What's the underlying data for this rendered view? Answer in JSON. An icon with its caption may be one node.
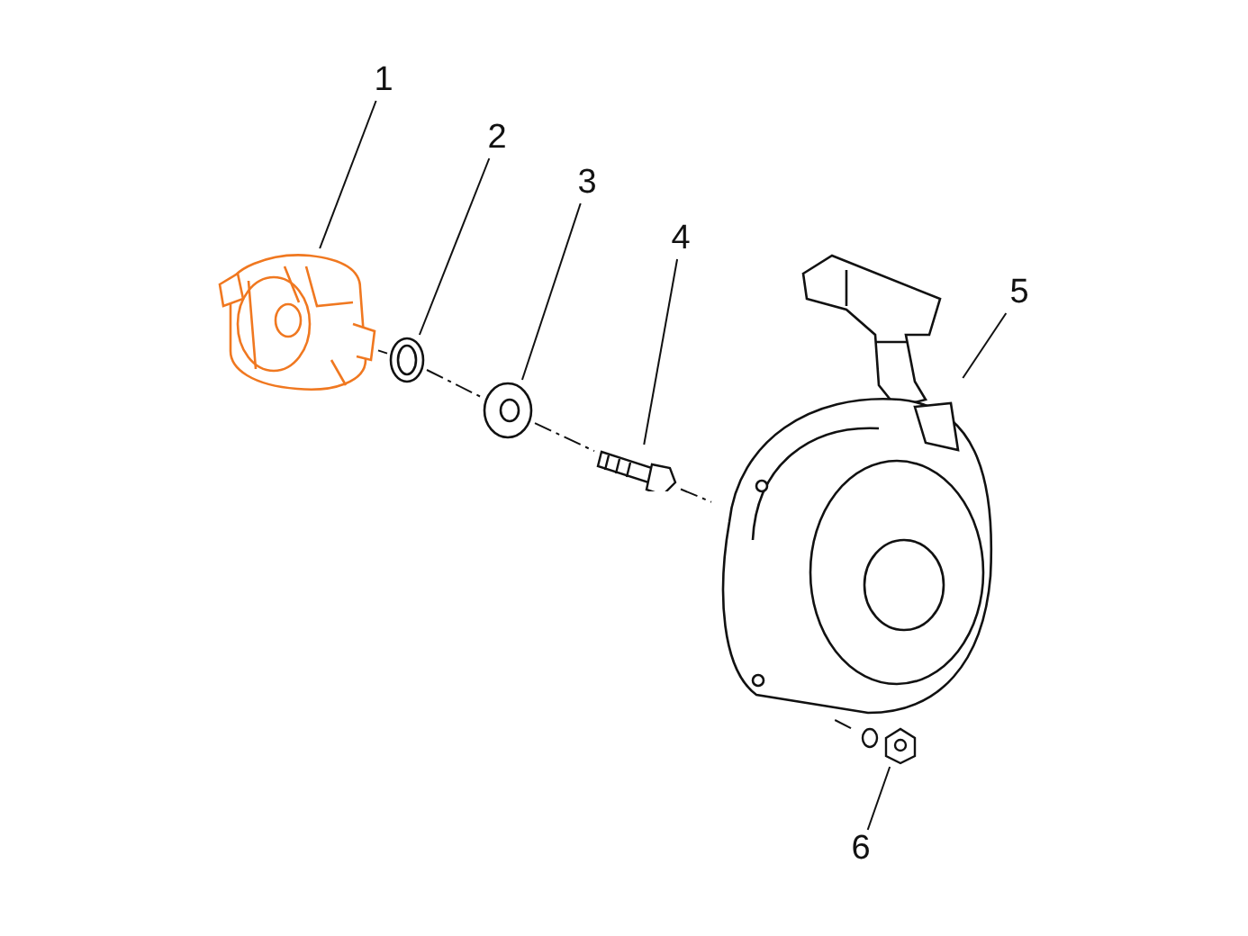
{
  "diagram": {
    "nodes": [
      {
        "text": [
          "1"
        ]
      },
      {
        "text": [
          "2"
        ]
      },
      {
        "text": [
          "3"
        ]
      },
      {
        "text": [
          "4"
        ]
      },
      {
        "text": [
          "5"
        ]
      },
      {
        "text": [
          "6"
        ]
      },
      {
        "text": [],
        "shape": "picture"
      },
      {
        "text": [],
        "shape": "picture"
      },
      {
        "text": [],
        "shape": "picture"
      },
      {
        "text": [],
        "shape": "picture"
      },
      {
        "text": [],
        "shape": "picture"
      },
      {
        "text": [],
        "shape": "picture"
      }
    ],
    "edges": [
      {
        "from": 0,
        "to": 6,
        "arrow": "none"
      },
      {
        "from": 1,
        "to": 7,
        "arrow": "none"
      },
      {
        "from": 2,
        "to": 8,
        "arrow": "none"
      },
      {
        "from": 3,
        "to": 9,
        "arrow": "none"
      },
      {
        "from": 4,
        "to": 10,
        "arrow": "none"
      },
      {
        "from": 5,
        "to": 11,
        "arrow": "none"
      },
      {
        "from": 6,
        "to": 7,
        "arrow": "none",
        "style": "dashed"
      },
      {
        "from": 7,
        "to": 8,
        "arrow": "none",
        "style": "dashed"
      },
      {
        "from": 8,
        "to": 9,
        "arrow": "none",
        "style": "dashed"
      },
      {
        "from": 9,
        "to": 10,
        "arrow": "none",
        "style": "dashed"
      },
      {
        "from": 10,
        "to": 11,
        "arrow": "none",
        "style": "dashed"
      }
    ]
  }
}
